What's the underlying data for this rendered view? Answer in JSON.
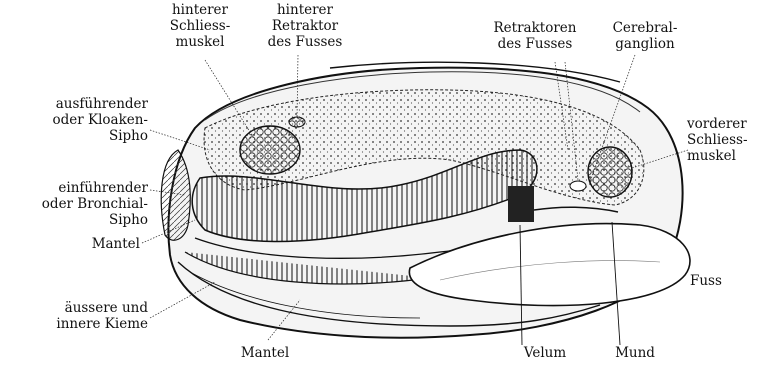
{
  "labels": {
    "hinterer_schliessmuskel": "hinterer\nSchliess-\nmuskel",
    "hinterer_retraktor": "hinterer\nRetraktor\ndes Fusses",
    "retraktoren": "Retraktoren\ndes Fusses",
    "cerebralganglion": "Cerebral-\nganglion",
    "kloakensipho": "ausführender\noder Kloaken-\nSipho",
    "vorderer_schliessmuskel": "vorderer\nSchliess-\nmuskel",
    "bronchialsipho": "einführender\noder Bronchial-\nSipho",
    "mantel_left": "Mantel",
    "fuss": "Fuss",
    "kieme": "äussere und\ninnere Kieme",
    "mantel_bottom": "Mantel",
    "velum": "Velum",
    "mund": "Mund"
  },
  "colors": {
    "ink": "#111111",
    "paper": "#ffffff"
  }
}
